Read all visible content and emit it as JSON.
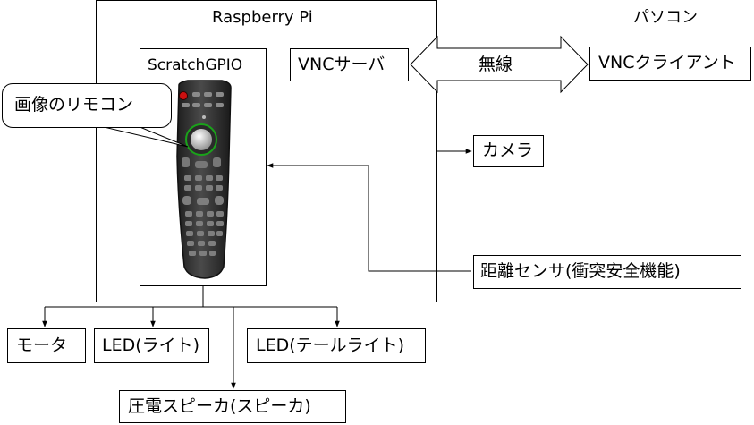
{
  "raspberry_pi": {
    "label": "Raspberry Pi"
  },
  "scratchgpio": {
    "label": "ScratchGPIO"
  },
  "remote_callout": {
    "label": "画像のリモコン"
  },
  "pc": {
    "label": "パソコン"
  },
  "vnc_server": {
    "label": "VNCサーバ"
  },
  "wireless": {
    "label": "無線"
  },
  "vnc_client": {
    "label": "VNCクライアント"
  },
  "camera": {
    "label": "カメラ"
  },
  "distance_sensor": {
    "label": "距離センサ(衝突安全機能)"
  },
  "outputs": {
    "motor": "モータ",
    "led_light": "LED(ライト)",
    "led_tail": "LED(テールライト)",
    "speaker": "圧電スピーカ(スピーカ)"
  }
}
